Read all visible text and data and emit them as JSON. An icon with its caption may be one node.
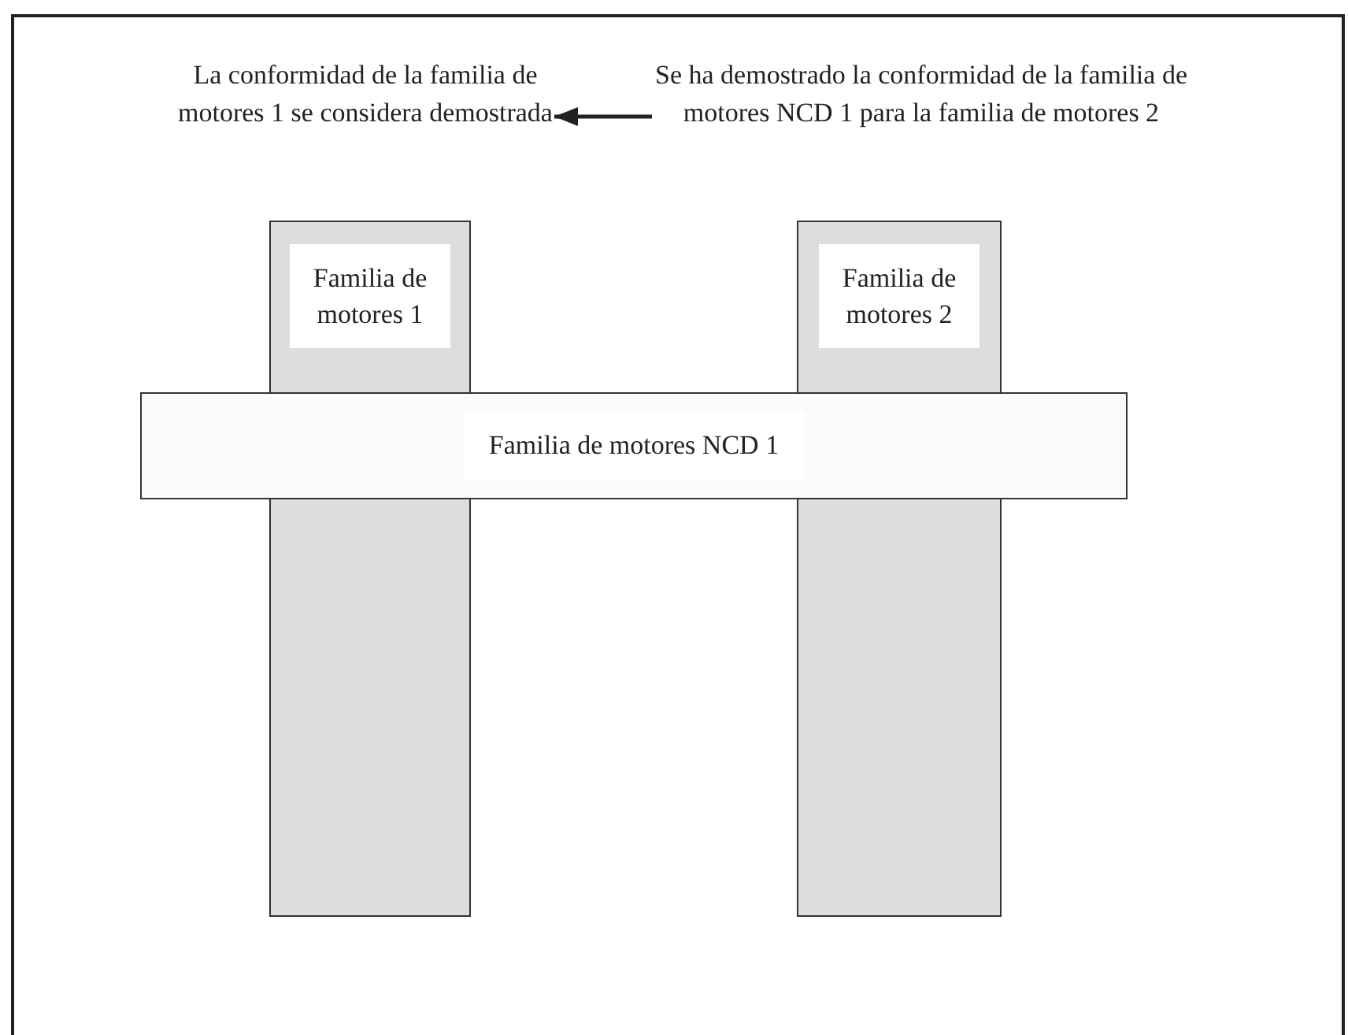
{
  "diagram": {
    "nodes": [
      {
        "text": [
          "La conformidad de la familia de motores 1 se considera demostrada"
        ]
      },
      {
        "text": [
          "Se ha demostrado la conformidad de la familia de motores NCD 1 para la familia de motores 2"
        ]
      },
      {
        "text": [
          "Familia de motores 1"
        ]
      },
      {
        "text": [
          "Familia de motores 2"
        ]
      },
      {
        "text": [
          "Familia de motores NCD 1"
        ]
      }
    ],
    "edges": [
      {
        "from": 1,
        "to": 0,
        "arrow": "to"
      }
    ]
  }
}
